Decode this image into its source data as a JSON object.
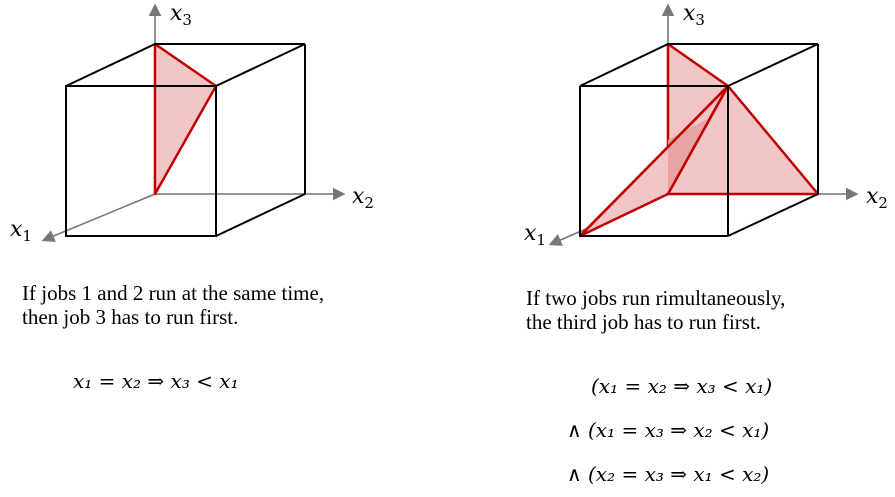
{
  "axes": {
    "x1": "x",
    "x1_sub": "1",
    "x2": "x",
    "x2_sub": "2",
    "x3": "x",
    "x3_sub": "3"
  },
  "colors": {
    "plane_stroke": "#c00000",
    "plane_fill": "#f2c6c6",
    "cube": "#000000",
    "axis": "#777777"
  },
  "panels": [
    {
      "caption_lines": [
        "If jobs 1 and 2 run at the same time,",
        "then job 3 has to run first."
      ],
      "formula_lines": [
        "x₁ = x₂ ⇒ x₃ < x₁"
      ]
    },
    {
      "caption_lines": [
        "If two jobs run rimultaneously,",
        "the third job has to run first."
      ],
      "formula_lines": [
        "(x₁ = x₂ ⇒ x₃ < x₁)",
        "∧ (x₁ = x₃ ⇒ x₂ < x₁)",
        "∧ (x₂ = x₃ ⇒ x₁ < x₂)"
      ]
    }
  ]
}
